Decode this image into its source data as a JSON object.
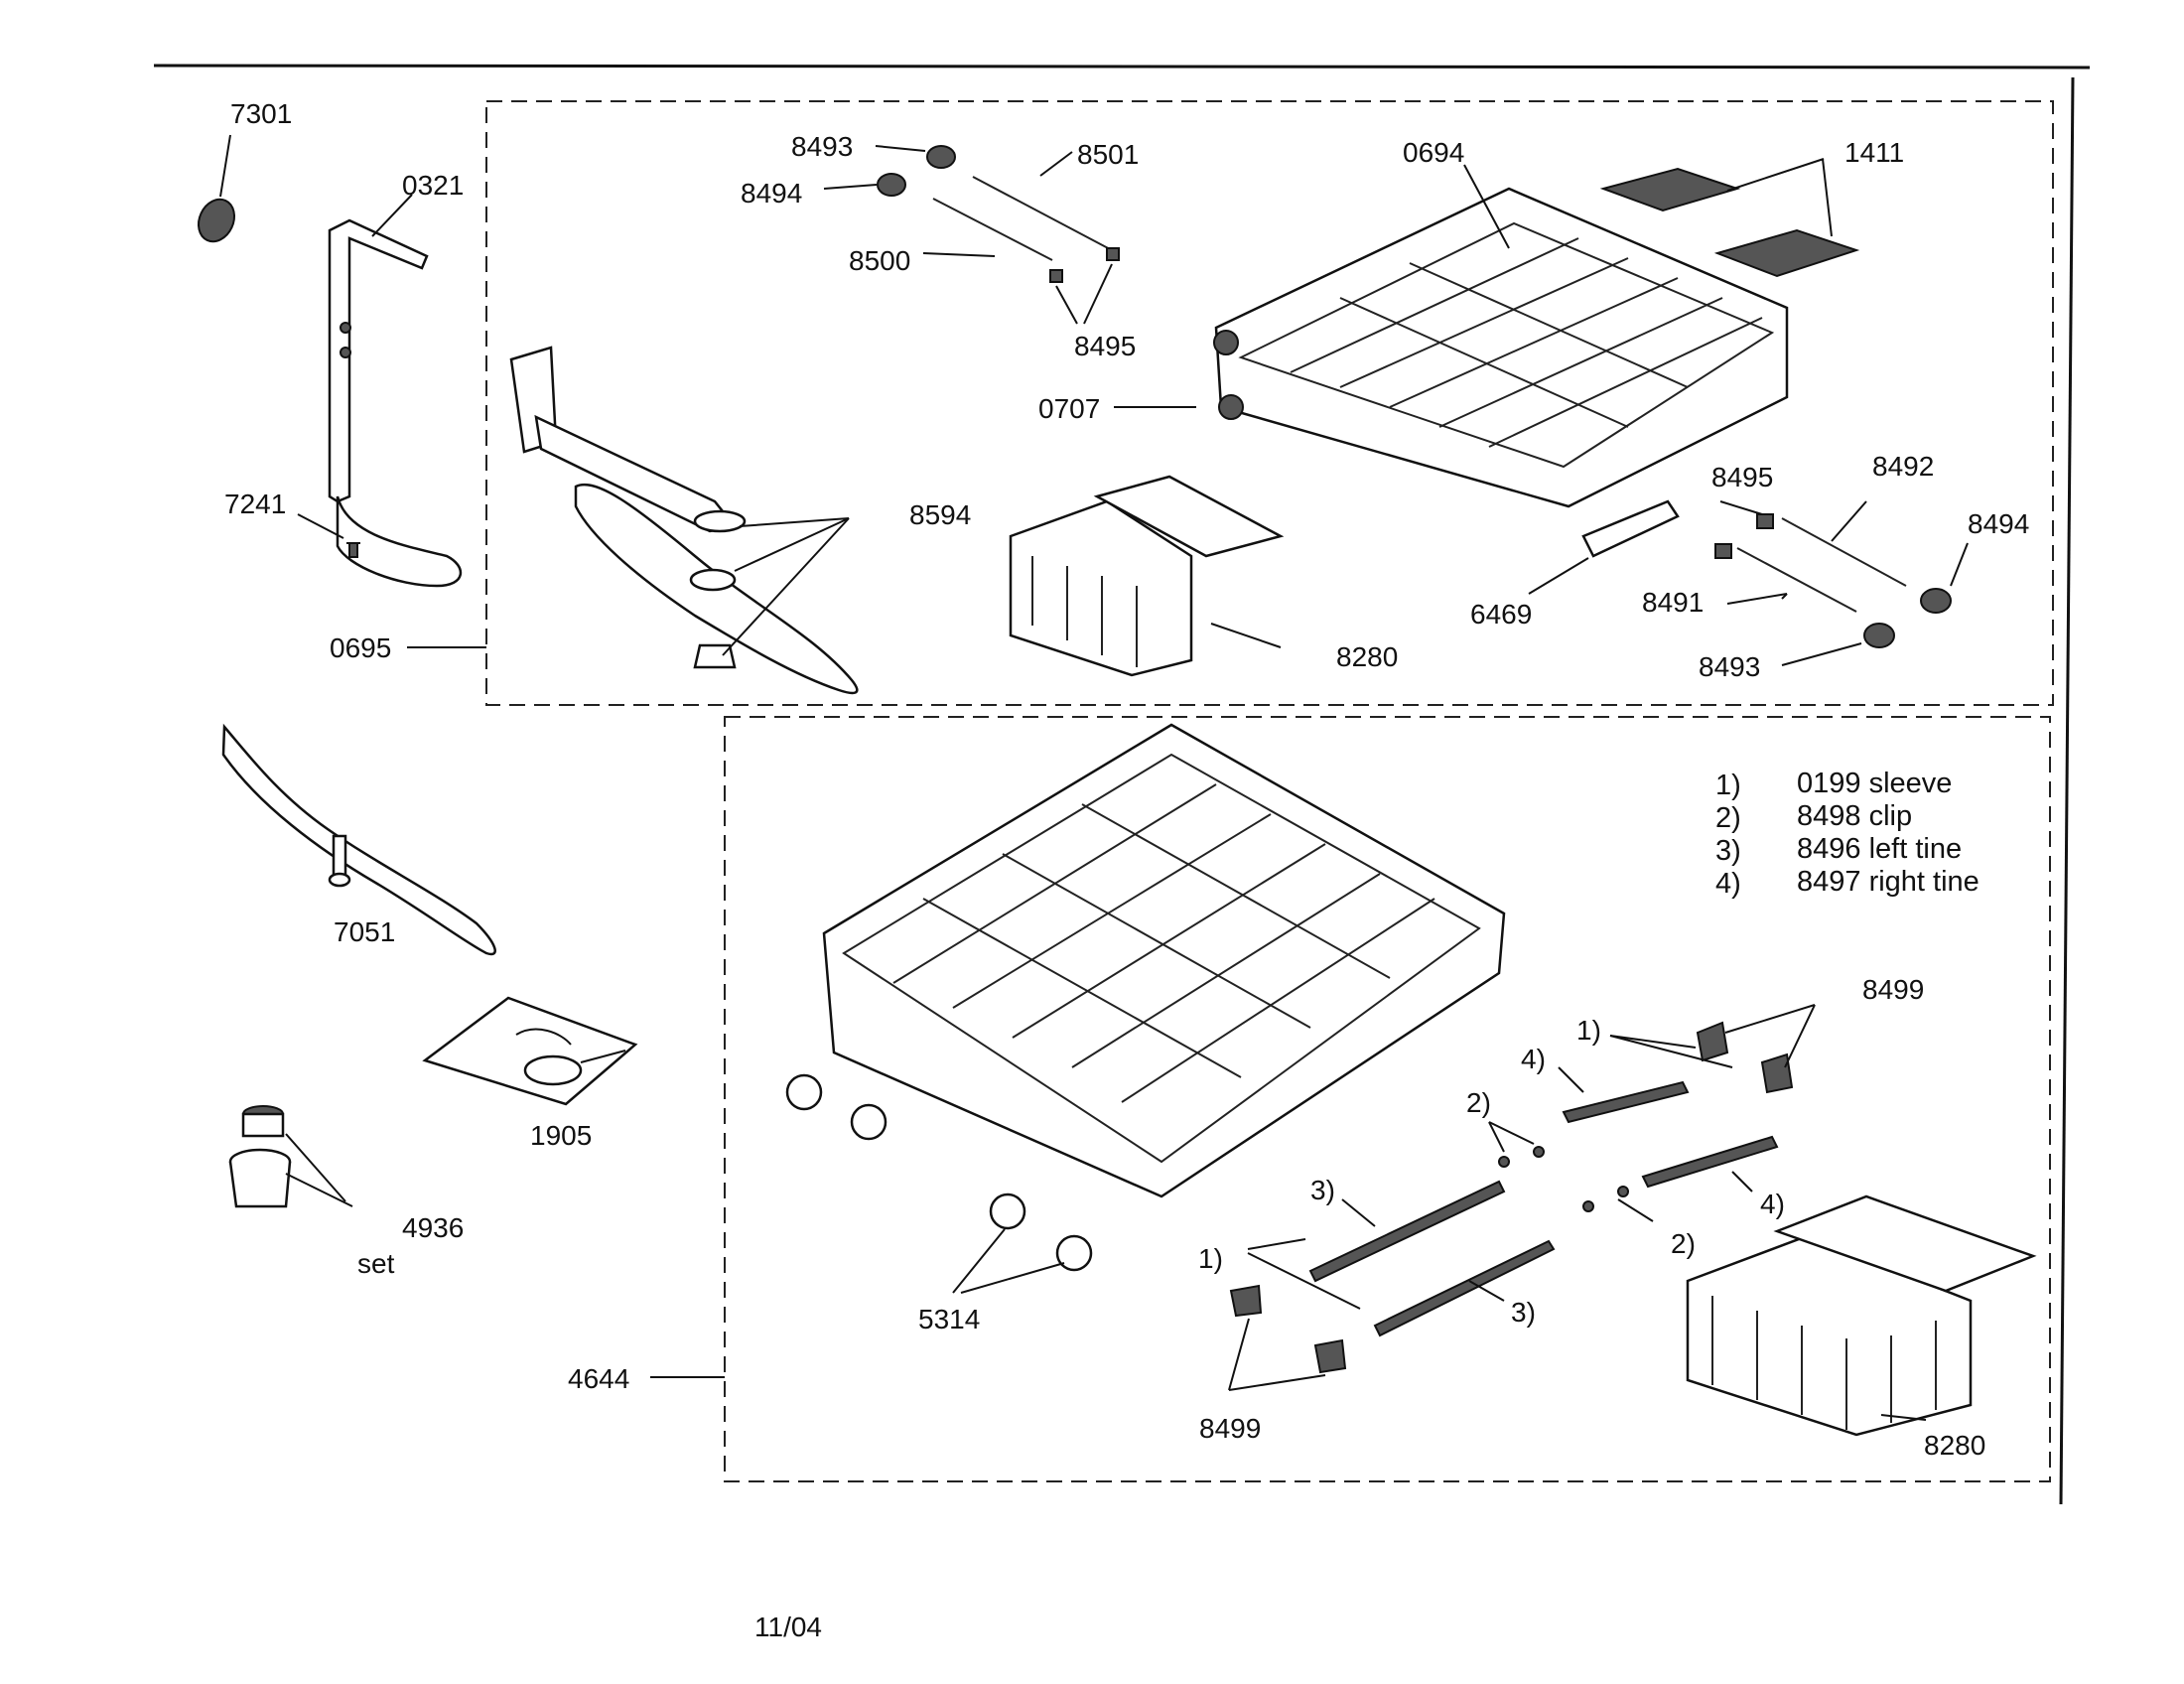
{
  "labels": {
    "p7301": "7301",
    "p0321": "0321",
    "p7241": "7241",
    "p0695": "0695",
    "p7051": "7051",
    "p1905": "1905",
    "p4936": "4936",
    "set": "set",
    "p4644": "4644",
    "p8493a": "8493",
    "p8494a": "8494",
    "p8501": "8501",
    "p8500": "8500",
    "p8495a": "8495",
    "p0694": "0694",
    "p1411": "1411",
    "p0707": "0707",
    "p8594": "8594",
    "p8280a": "8280",
    "p6469": "6469",
    "p8495b": "8495",
    "p8492": "8492",
    "p8494b": "8494",
    "p8491": "8491",
    "p8493b": "8493",
    "p8499a": "8499",
    "c1a": "1)",
    "c4a": "4)",
    "c2a": "2)",
    "c3a": "3)",
    "c4b": "4)",
    "c2b": "2)",
    "c1b": "1)",
    "c3b": "3)",
    "p5314": "5314",
    "p8499b": "8499",
    "p8280b": "8280",
    "footer": "11/04"
  },
  "legend": [
    {
      "num": "1)",
      "text": "0199 sleeve"
    },
    {
      "num": "2)",
      "text": "8498 clip"
    },
    {
      "num": "3)",
      "text": "8496 left tine"
    },
    {
      "num": "4)",
      "text": "8497 right tine"
    }
  ]
}
